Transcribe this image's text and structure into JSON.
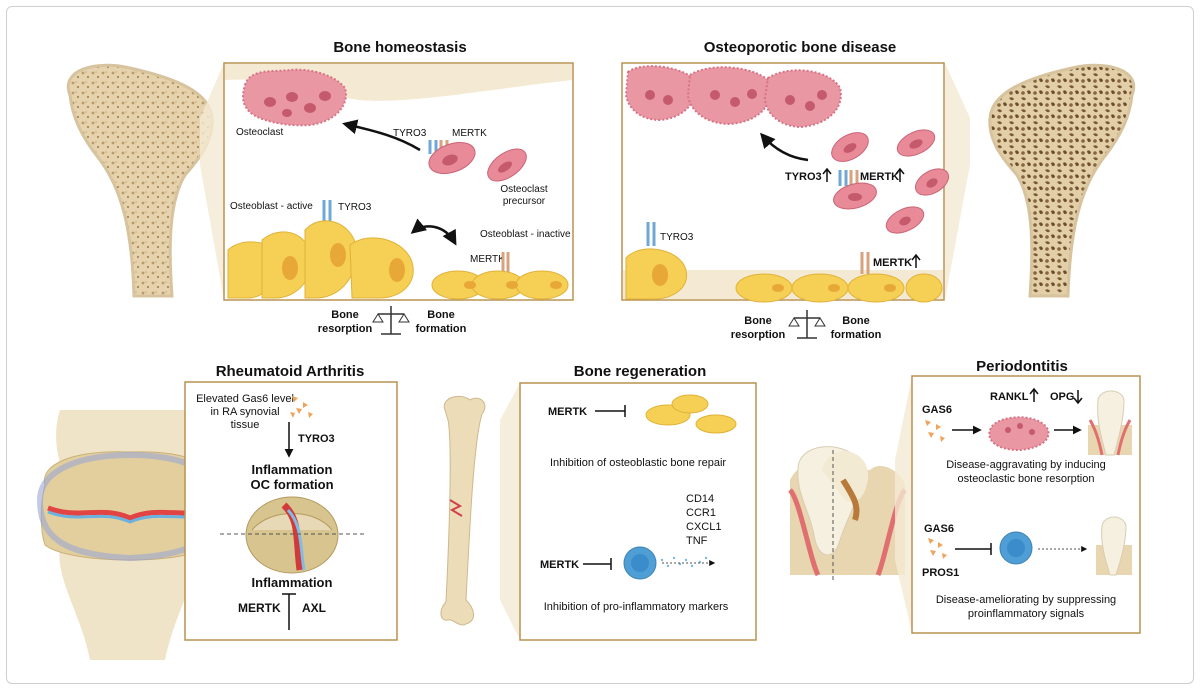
{
  "panels": {
    "bone_homeostasis": {
      "title": "Bone homeostasis",
      "osteoclast": "Osteoclast",
      "tyro3": "TYRO3",
      "mertk": "MERTK",
      "osteoclast_precursor_1": "Osteoclast",
      "osteoclast_precursor_2": "precursor",
      "osteoblast_active": "Osteoblast - active",
      "tyro3_b": "TYRO3",
      "osteoblast_inactive": "Osteoblast - inactive",
      "mertk_b": "MERTK",
      "resorption_1": "Bone",
      "resorption_2": "resorption",
      "formation_1": "Bone",
      "formation_2": "formation"
    },
    "osteoporotic": {
      "title": "Osteoporotic bone disease",
      "tyro3_up": "TYRO3",
      "mertk_up": "MERTK",
      "tyro3_b": "TYRO3",
      "mertk_b": "MERTK",
      "resorption_1": "Bone",
      "resorption_2": "resorption",
      "formation_1": "Bone",
      "formation_2": "formation"
    },
    "rheumatoid": {
      "title": "Rheumatoid Arthritis",
      "gas6_1": "Elevated Gas6 level",
      "gas6_2": "in RA synovial",
      "gas6_3": "tissue",
      "tyro3": "TYRO3",
      "inflam_1": "Inflammation",
      "inflam_2": "OC formation",
      "inflam_3": "Inflammation",
      "mertk": "MERTK",
      "axl": "AXL"
    },
    "regeneration": {
      "title": "Bone regeneration",
      "mertk_1": "MERTK",
      "caption_1": "Inhibition of osteoblastic bone repair",
      "markers": [
        "CD14",
        "CCR1",
        "CXCL1",
        "TNF"
      ],
      "mertk_2": "MERTK",
      "caption_2": "Inhibition of pro-inflammatory markers"
    },
    "periodontitis": {
      "title": "Periodontitis",
      "rankl": "RANKL",
      "opg": "OPG",
      "gas6_1": "GAS6",
      "caption_1a": "Disease-aggravating by inducing",
      "caption_1b": "osteoclastic bone resorption",
      "gas6_2": "GAS6",
      "pros1": "PROS1",
      "caption_2a": "Disease-ameliorating by suppressing",
      "caption_2b": "proinflammatory signals"
    }
  },
  "colors": {
    "osteoclast": "#e98a98",
    "osteoblast": "#f5cf57",
    "bone_beige": "#e8d8b6",
    "panel_border": "#b8924f",
    "immune_cell": "#4f9fd6",
    "gas6": "#f0a35b"
  }
}
